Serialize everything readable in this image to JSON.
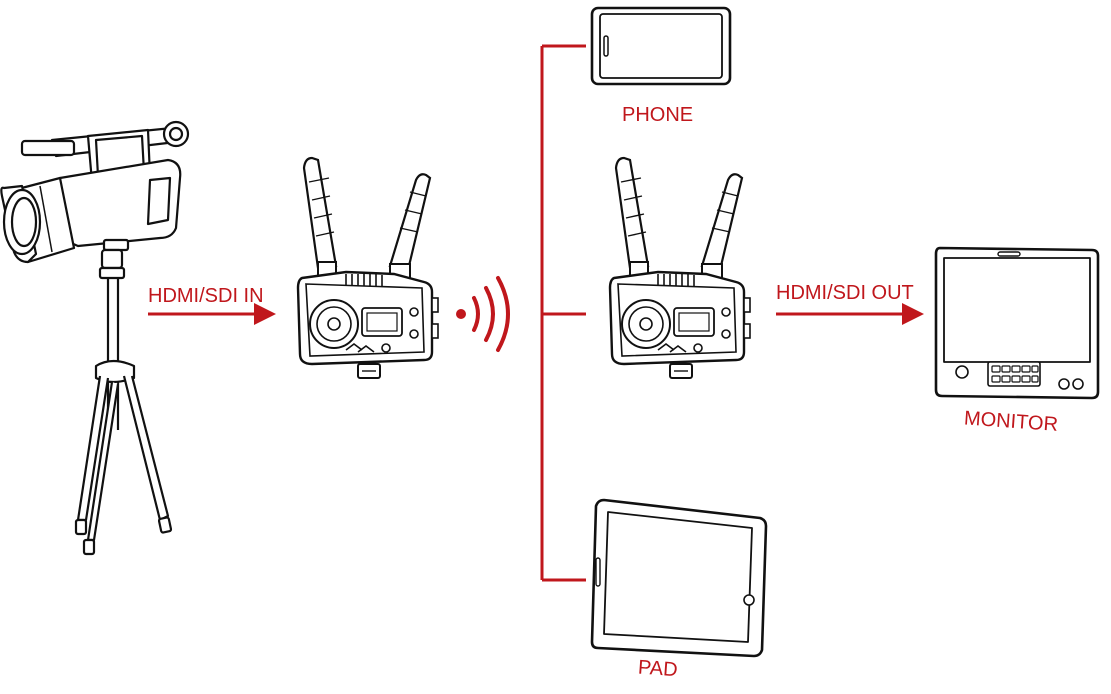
{
  "colors": {
    "accent": "#c0171c",
    "line_art": "#111111",
    "background": "#ffffff"
  },
  "labels": {
    "input": "HDMI/SDI IN",
    "output": "HDMI/SDI OUT",
    "phone": "PHONE",
    "monitor": "MONITOR",
    "pad": "PAD"
  },
  "icons": [
    "camcorder-icon",
    "tripod-icon",
    "transmitter-icon",
    "wireless-signal-icon",
    "receiver-icon",
    "phone-icon",
    "monitor-icon",
    "tablet-icon"
  ]
}
